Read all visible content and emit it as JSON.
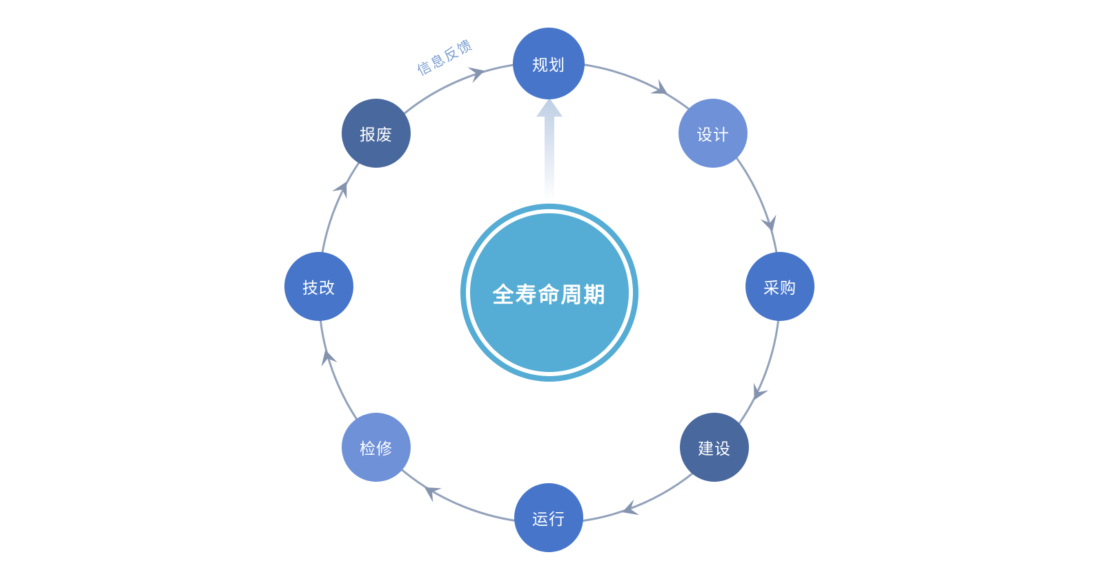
{
  "diagram": {
    "title": "",
    "center": {
      "label": "全寿命周期"
    },
    "feedback_label": "信息反馈",
    "nodes": [
      {
        "id": "planning",
        "label": "规划"
      },
      {
        "id": "design",
        "label": "设计"
      },
      {
        "id": "procurement",
        "label": "采购"
      },
      {
        "id": "construction",
        "label": "建设"
      },
      {
        "id": "operation",
        "label": "运行"
      },
      {
        "id": "maintenance",
        "label": "检修"
      },
      {
        "id": "tech-upgrade",
        "label": "技改"
      },
      {
        "id": "scrap",
        "label": "报废"
      }
    ],
    "flow": "clockwise",
    "colors": {
      "node_blue": "#4675ca",
      "node_light_blue": "#6f91d8",
      "node_dark_blue": "#49689e",
      "center_teal": "#55acd4",
      "ring_gray": "#93a2bb",
      "arrow_gray": "#8493ae",
      "feedback_text": "#7d9fd0"
    }
  }
}
